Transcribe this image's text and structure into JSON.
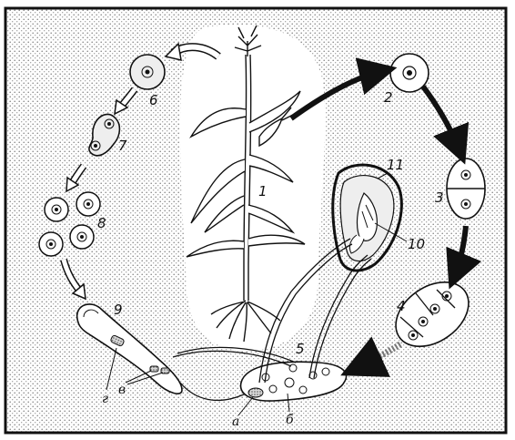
{
  "labels": {
    "n1": "1",
    "n2": "2",
    "n3": "3",
    "n4": "4",
    "n5": "5",
    "n6": "6",
    "n7": "7",
    "n8": "8",
    "n9": "9",
    "n10": "10",
    "n11": "11",
    "la": "a",
    "lb": "б",
    "lv": "в",
    "lg": "г"
  },
  "colors": {
    "stipple": "#8a8a8a",
    "ink": "#111111",
    "paper": "#ffffff"
  }
}
